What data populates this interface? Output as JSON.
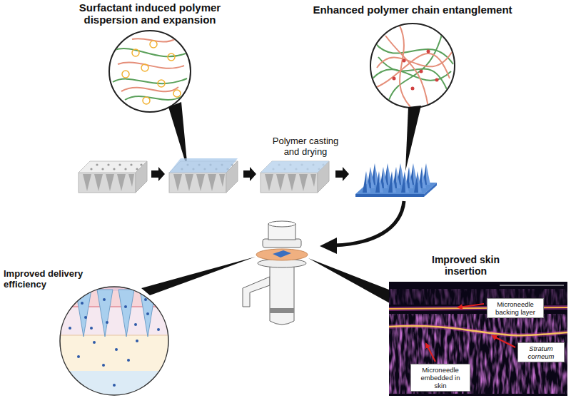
{
  "diagram": {
    "nodes": [
      {
        "text": [
          "Surfactant induced polymer dispersion and expansion"
        ]
      },
      {
        "text": [
          "Enhanced polymer chain entanglement"
        ]
      },
      {
        "text": [
          "Improved skin insertion"
        ]
      },
      {
        "text": [
          "Microneedle backing layer"
        ],
        "in": 2
      },
      {
        "text": [
          "Stratum corneum"
        ],
        "in": 2
      },
      {
        "text": [
          "Microneedle embedded in skin"
        ],
        "in": 2
      },
      {
        "text": [
          "Improved delivery efficiency"
        ]
      }
    ],
    "labels": [
      "Polymer casting and drying"
    ]
  }
}
